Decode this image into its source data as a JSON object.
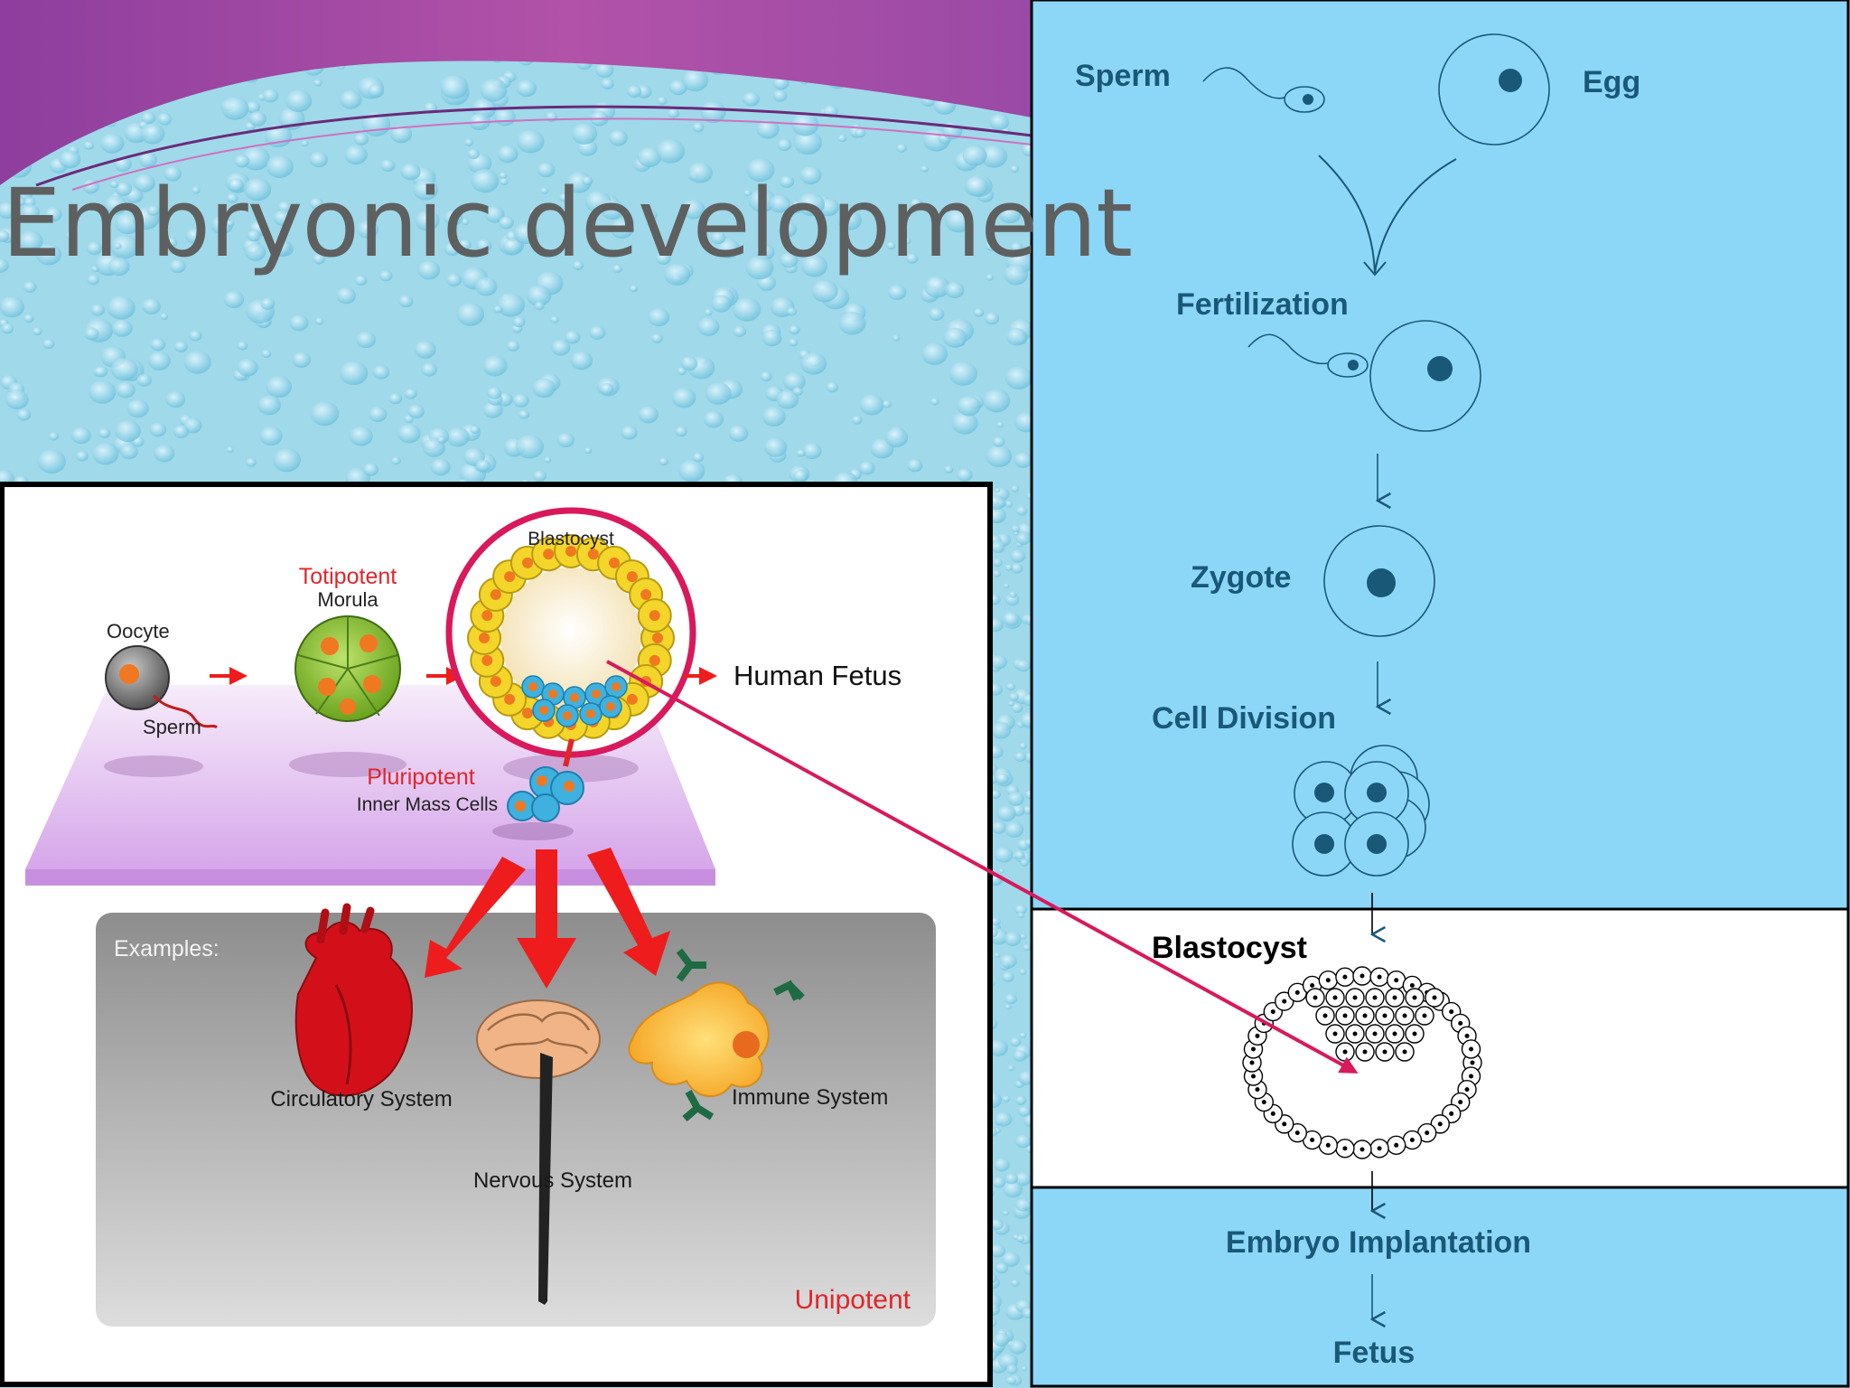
{
  "slide": {
    "title": "Embryonic development"
  },
  "left_figure": {
    "labels": {
      "oocyte": "Oocyte",
      "sperm": "Sperm",
      "totipotent": "Totipotent",
      "morula": "Morula",
      "blastocyst": "Blastocyst",
      "human_fetus": "Human Fetus",
      "pluripotent": "Pluripotent",
      "inner_mass_cells": "Inner Mass Cells",
      "examples": "Examples:",
      "circulatory_system": "Circulatory System",
      "nervous_system": "Nervous System",
      "immune_system": "Immune System",
      "unipotent": "Unipotent"
    }
  },
  "right_flow": {
    "sperm": "Sperm",
    "egg": "Egg",
    "fertilization": "Fertilization",
    "zygote": "Zygote",
    "cell_division": "Cell Division",
    "blastocyst": "Blastocyst",
    "embryo_implantation": "Embryo Implantation",
    "fetus": "Fetus"
  },
  "colors": {
    "slide_bg": "#9fd9ea",
    "wave_purple": "#a44aa2",
    "right_panel_bg": "#8cd7f8",
    "flow_text": "#1a5878",
    "accent_red": "#ee1c1c",
    "connector": "#d9195c",
    "title_text": "#5e6060"
  }
}
